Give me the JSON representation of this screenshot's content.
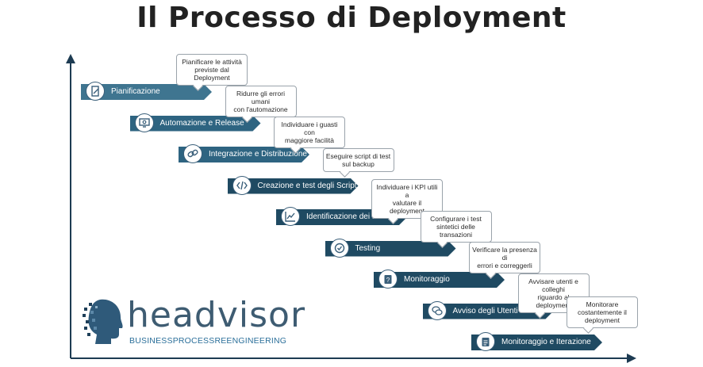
{
  "title": "Il Processo di Deployment",
  "colors": {
    "banner_dark": "#1f4a62",
    "banner_light": "#3f7590",
    "axis": "#1d3b52",
    "brand": "#3e5c72"
  },
  "steps": [
    {
      "label": "Pianificazione",
      "icon": "document-pen-icon",
      "callout": "Pianificare le attività\npreviste dal Deployment"
    },
    {
      "label": "Automazione e Release",
      "icon": "monitor-gear-icon",
      "callout": "Ridurre gli errori umani\ncon l'automazione"
    },
    {
      "label": "Integrazione e Distribuzione",
      "icon": "link-icon",
      "callout": "Individuare i guasti con\nmaggiore facilità"
    },
    {
      "label": "Creazione e test degli Script",
      "icon": "code-icon",
      "callout": "Eseguire script di test\nsul backup"
    },
    {
      "label": "Identificazione dei KPI",
      "icon": "chart-line-icon",
      "callout": "Individuare i KPI utili a\nvalutare il deployment"
    },
    {
      "label": "Testing",
      "icon": "check-circle-icon",
      "callout": "Configurare i test\nsintetici delle transazioni"
    },
    {
      "label": "Monitoraggio",
      "icon": "clipboard-question-icon",
      "callout": "Verificare la presenza di\nerrori e correggerli"
    },
    {
      "label": "Avviso degli Utenti",
      "icon": "chat-bubbles-icon",
      "callout": "Avvisare utenti e colleghi\nriguardo al deployment"
    },
    {
      "label": "Monitoraggio e Iterazione",
      "icon": "clipboard-list-icon",
      "callout": "Monitorare\ncostantemente il\ndeployment"
    }
  ],
  "logo": {
    "name": "headvisor",
    "tagline": "BUSINESSPROCESSREENGINEERING"
  }
}
